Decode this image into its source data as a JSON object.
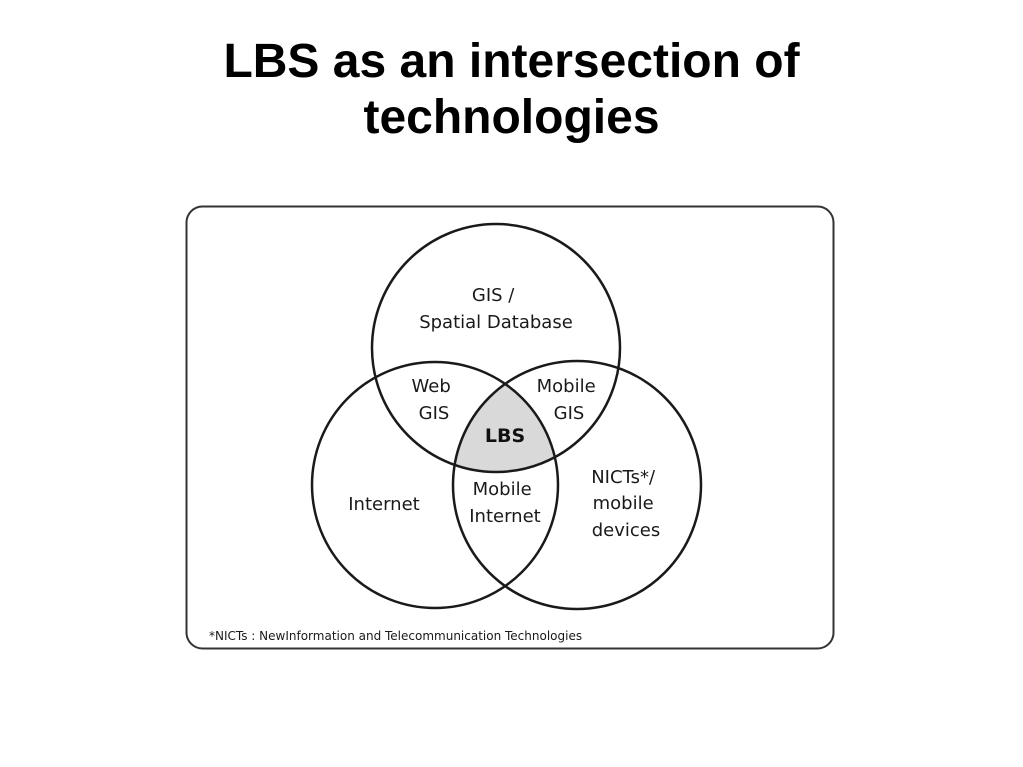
{
  "slide": {
    "title_lines": [
      "LBS as an intersection of",
      "technologies"
    ]
  },
  "diagram": {
    "regions": {
      "top": [
        "GIS /",
        "Spatial Database"
      ],
      "left": [
        "Internet"
      ],
      "right": [
        "NICTs*/",
        "mobile",
        "devices"
      ],
      "top_left": [
        "Web",
        "GIS"
      ],
      "top_right": [
        "Mobile",
        "GIS"
      ],
      "bottom": [
        "Mobile",
        "Internet"
      ],
      "center": [
        "LBS"
      ]
    },
    "footnote": "*NICTs : NewInformation and Telecommunication Technologies",
    "colors": {
      "center_fill": "#d9d9d9",
      "stroke": "#1a1a1a",
      "frame_stroke": "#333333"
    }
  }
}
